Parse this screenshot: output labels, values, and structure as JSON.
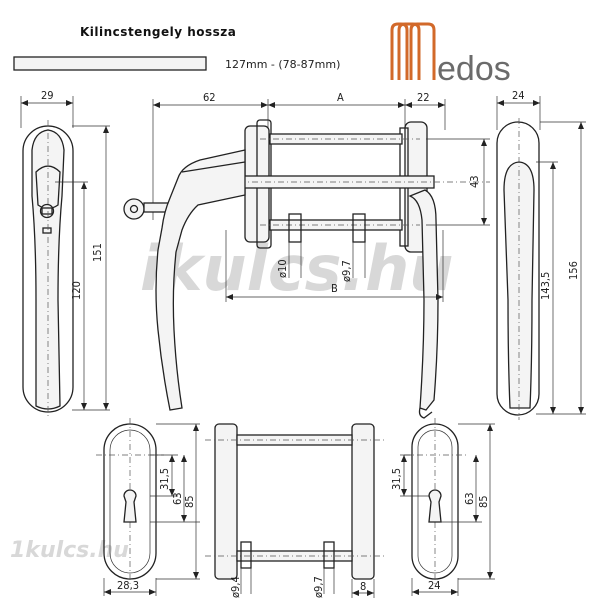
{
  "header": {
    "title": "Kilincstengely hossza",
    "length": "127mm - (78-87mm)"
  },
  "logo": {
    "text": "edos",
    "accent": "#d2692a",
    "gray": "#6b6b6b"
  },
  "watermarks": {
    "main": "ikulcs.hu",
    "small": "1kulcs.hu"
  },
  "dimensions": {
    "front_width": "29",
    "front_height": "151",
    "front_inner": "120",
    "side_depth": "62",
    "side_a": "A",
    "side_22": "22",
    "side_43": "43",
    "side_b": "B",
    "dia_10": "ø10",
    "dia_97": "ø9,7",
    "back_width": "24",
    "back_1435": "143,5",
    "back_156": "156",
    "rose_l_315": "31,5",
    "rose_l_63": "63",
    "rose_l_85": "85",
    "rose_l_width": "28,3",
    "spindle_94": "ø9,4",
    "spindle_97": "ø9,7",
    "spindle_8": "8",
    "rose_r_315": "31,5",
    "rose_r_63": "63",
    "rose_r_85": "85",
    "rose_r_width": "24"
  }
}
